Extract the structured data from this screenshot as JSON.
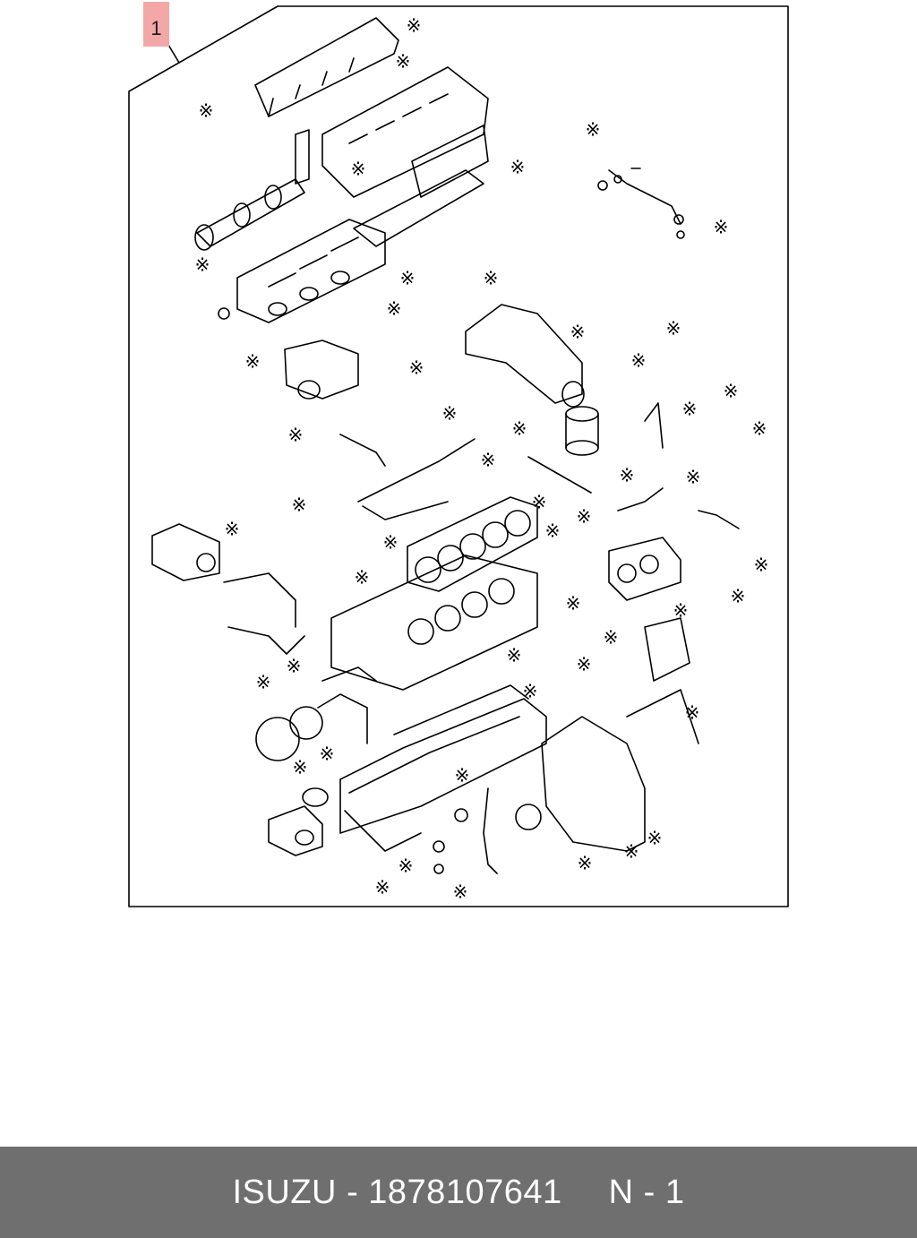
{
  "diagram": {
    "callout_label": "1",
    "part_marker_symbol": "※"
  },
  "footer": {
    "brand": "ISUZU",
    "separator": "-",
    "part_number": "1878107641",
    "quantity_label": "N - 1"
  },
  "colors": {
    "footer_background": "#6f6f6f",
    "callout_highlight": "#f4a7a7",
    "line_art": "#000000"
  }
}
